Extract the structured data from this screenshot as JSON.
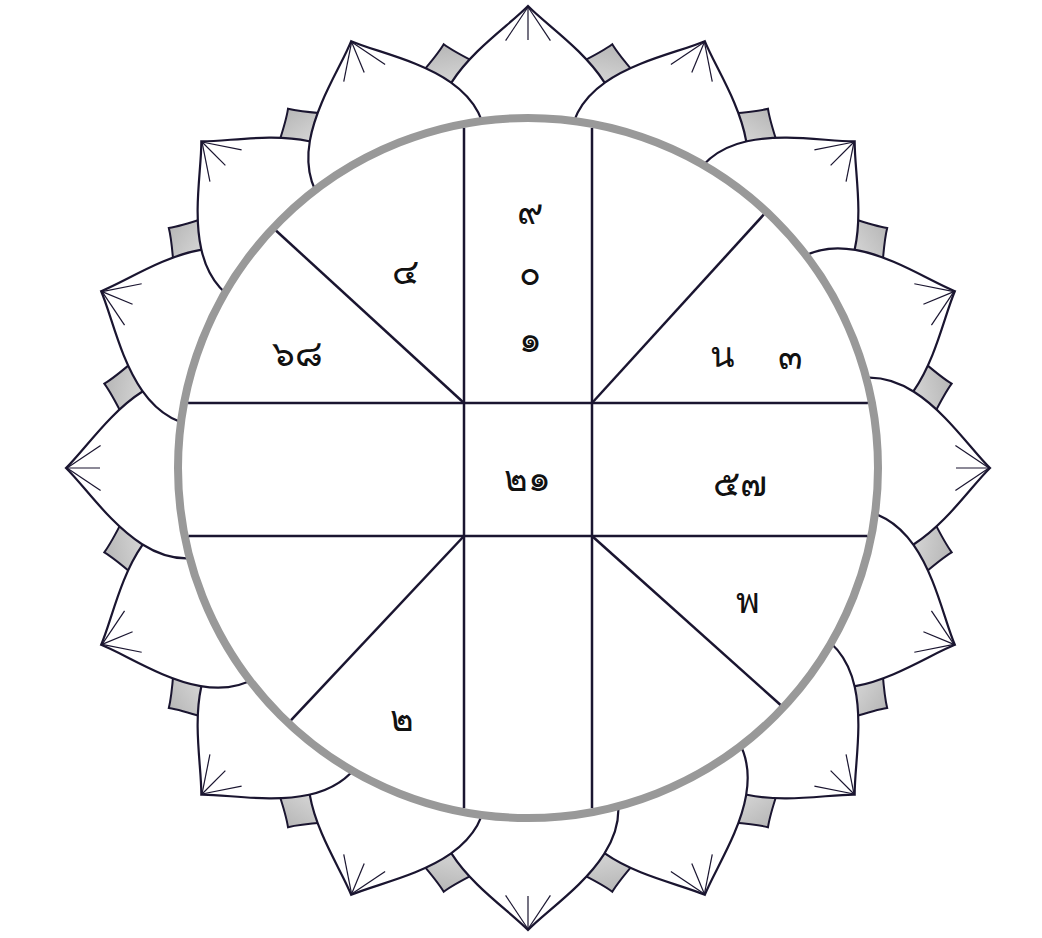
{
  "diagram": {
    "labels": [
      "๙",
      "๔",
      "๐",
      "๖๘",
      "๑",
      "น",
      "๓",
      "๒๑",
      "๕๗",
      "พ",
      "๒"
    ]
  }
}
